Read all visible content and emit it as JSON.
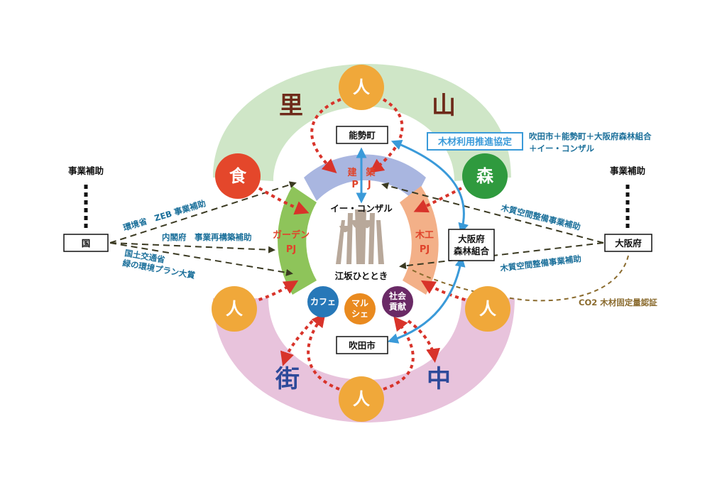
{
  "diagram": {
    "region_top": {
      "left": "里",
      "right": "山"
    },
    "region_bottom": {
      "left": "街",
      "right": "中"
    },
    "nodes": {
      "person_top": "人",
      "food": "食",
      "forest": "森",
      "person_left": "人",
      "person_right": "人",
      "person_bottom": "人",
      "cafe": "カフェ",
      "marche_1": "マル",
      "marche_2": "シェ",
      "social_1": "社会",
      "social_2": "貢献"
    },
    "projects": {
      "kenchiku_1": "建　築",
      "kenchiku_2": "P　J",
      "garden_1": "ガーデン",
      "garden_2": "PJ",
      "mokko_1": "木工",
      "mokko_2": "PJ"
    },
    "center": {
      "company": "イー・コンザル",
      "place": "江坂ひととき"
    },
    "boxes": {
      "nose": "能勢町",
      "osaka_forest_1": "大阪府",
      "osaka_forest_2": "森林組合",
      "suita": "吹田市",
      "kuni": "国",
      "osakafu": "大阪府",
      "agreement": "木材利用推進協定"
    },
    "agreement_members_1": "吹田市＋能勢町＋大阪府森林組合",
    "agreement_members_2": "＋イー・コンザル",
    "subsidy_left": "事業補助",
    "subsidy_right": "事業補助",
    "left_links": {
      "zeb": "環境省　ZEB 事業補助",
      "cabinet": "内閣府　事業再構築補助",
      "mlit_1": "国土交通省",
      "mlit_2": "緑の環境プラン大賞"
    },
    "right_links": {
      "wood_1": "木質空間整備事業補助",
      "wood_2": "木質空間整備事業補助",
      "co2": "CO2 木材固定量認証"
    }
  },
  "colors": {
    "green_band": "#cfe6c7",
    "pink_band": "#e8c3dc",
    "orange_person": "#f0a83a",
    "food_red": "#e4472b",
    "forest_green": "#2f9a3e",
    "kenchiku": "#a9b6e0",
    "garden": "#8ec45a",
    "mokko": "#f3b088",
    "cafe_blue": "#2778b8",
    "marche_orange": "#e98a1f",
    "social_purple": "#6a2a66",
    "red_arrow": "#d8332a",
    "blue_arrow": "#3a9ad9",
    "dark_dash": "#3b3a22",
    "brown_dash": "#8a6b2e",
    "kanji_dark": "#6e2a1a",
    "kanji_blue": "#2d4a9a"
  }
}
